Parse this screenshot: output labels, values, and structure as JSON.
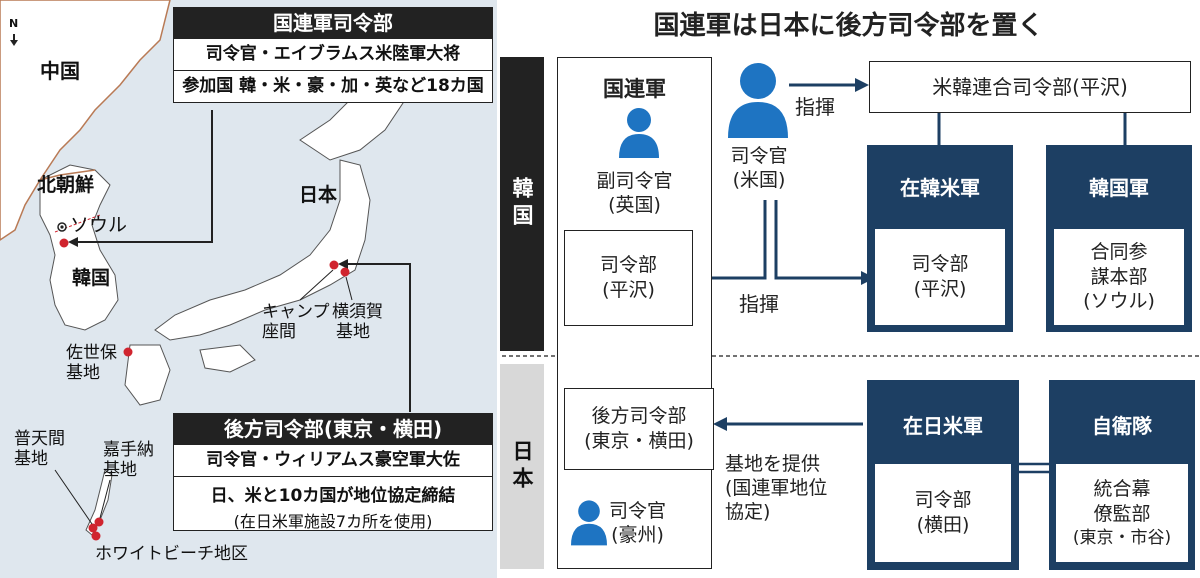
{
  "map": {
    "compass": "N",
    "countries": {
      "china": "中国",
      "north_korea": "北朝鮮",
      "south_korea": "韓国",
      "japan": "日本"
    },
    "places": {
      "seoul": "ソウル",
      "camp_zama": [
        "キャンプ",
        "座間"
      ],
      "yokosuka": [
        "横須賀",
        "基地"
      ],
      "sasebo": [
        "佐世保",
        "基地"
      ],
      "futenma": [
        "普天間",
        "基地"
      ],
      "kadena": [
        "嘉手納",
        "基地"
      ],
      "white_beach": "ホワイトビーチ地区"
    },
    "un_command_box": {
      "title": "国連軍司令部",
      "commander": "司令官・エイブラムス米陸軍大将",
      "members": "参加国 韓・米・豪・加・英など18カ国"
    },
    "rear_command_box": {
      "title": "後方司令部(東京・横田)",
      "commander": "司令官・ウィリアムス豪空軍大佐",
      "agreement": "日、米と10カ国が地位協定締結",
      "facilities": "(在日米軍施設7カ所を使用)"
    }
  },
  "diagram": {
    "title": "国連軍は日本に後方司令部を置く",
    "side_korea": "韓国",
    "side_japan": "日本",
    "un_forces": {
      "header": "国連軍",
      "deputy": [
        "副司令官",
        "(英国)"
      ],
      "hq": [
        "司令部",
        "(平沢)"
      ],
      "rear_hq": [
        "後方司令部",
        "(東京・横田)"
      ],
      "rear_commander": [
        "司令官",
        "(豪州)"
      ]
    },
    "commander_us": [
      "司令官",
      "(米国)"
    ],
    "command_label_1": "指揮",
    "command_label_2": "指揮",
    "cfc": "米韓連合司令部(平沢)",
    "usfk": {
      "header": "在韓米軍",
      "body": [
        "司令部",
        "(平沢)"
      ]
    },
    "rok": {
      "header": "韓国軍",
      "body": [
        "合同参",
        "謀本部",
        "(ソウル)"
      ]
    },
    "usfj": {
      "header": "在日米軍",
      "body": [
        "司令部",
        "(横田)"
      ]
    },
    "jsdf": {
      "header": "自衛隊",
      "body": [
        "統合幕",
        "僚監部",
        "(東京・市谷)"
      ]
    },
    "base_provision": [
      "基地を提供",
      "(国連軍地位",
      "協定)"
    ],
    "colors": {
      "navy": "#1d3f63",
      "person": "#1e74c2",
      "black": "#222222",
      "map_water": "#dfe7ee",
      "map_marker": "#d0242e"
    }
  }
}
